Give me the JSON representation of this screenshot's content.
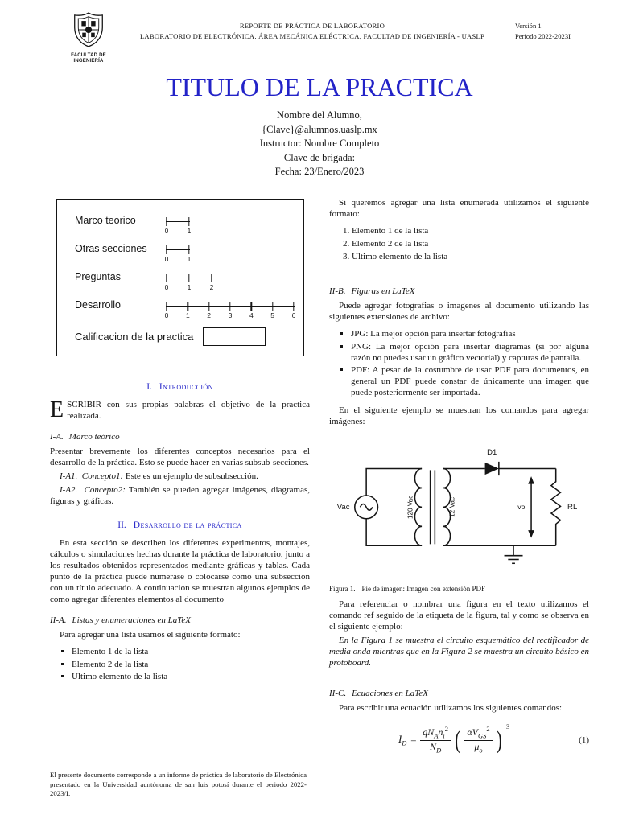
{
  "header": {
    "logo_line1": "FACULTAD DE",
    "logo_line2": "INGENIERÍA",
    "center_line1": "REPORTE DE PRÁCTICA DE LABORATORIO",
    "center_line2": "LABORATORIO DE ELECTRÓNICA. ÁREA MECÁNICA ELÉCTRICA, FACULTAD DE INGENIERÍA - UASLP",
    "version": "Versión 1",
    "period": "Periodo 2022-2023I"
  },
  "title": "TITULO DE LA PRACTICA",
  "authors": {
    "name": "Nombre del Alumno,",
    "email": "{Clave}@alumnos.uaslp.mx",
    "instructor": "Instructor: Nombre Completo",
    "brigade": "Clave de brigada:",
    "date": "Fecha: 23/Enero/2023"
  },
  "rubric": {
    "rows": [
      {
        "label": "Marco teorico",
        "ticks": [
          "0",
          "1"
        ]
      },
      {
        "label": "Otras secciones",
        "ticks": [
          "0",
          "1"
        ]
      },
      {
        "label": "Preguntas",
        "ticks": [
          "0",
          "1",
          "2"
        ]
      },
      {
        "label": "Desarrollo",
        "ticks": [
          "0",
          "1",
          "2",
          "3",
          "4",
          "5",
          "6"
        ]
      }
    ],
    "score_label": "Calificacion de la practica"
  },
  "sections": {
    "intro": {
      "num": "I.",
      "title": "Introducción",
      "dropcap": "E",
      "lead_caps": "SCRIBIR",
      "lead_rest": " con sus propias palabras el objetivo de la practica realizada."
    },
    "marco": {
      "num": "I-A.",
      "title": "Marco teórico",
      "body": "Presentar brevemente los diferentes conceptos necesarios para el desarrollo de la práctica. Esto se puede hacer en varias subsub-secciones.",
      "sub1_num": "I-A1.",
      "sub1_title": "Concepto1:",
      "sub1_text": " Este es un ejemplo de subsubsección.",
      "sub2_num": "I-A2.",
      "sub2_title": "Concepto2:",
      "sub2_text": " También se pueden agregar imágenes, diagramas, figuras y gráficas."
    },
    "desarrollo": {
      "num": "II.",
      "title": "Desarrollo de la práctica",
      "body": "En esta sección se describen los diferentes experimentos, montajes, cálculos o simulaciones hechas durante la práctica de laboratorio, junto a los resultados obtenidos representados mediante gráficas y tablas. Cada punto de la práctica puede numerase o colocarse como una subsección con un título adecuado. A continuacion se muestran algunos ejemplos de como agregar diferentes elementos al documento"
    },
    "listas": {
      "num": "II-A.",
      "title": "Listas y enumeraciones en LaTeX",
      "intro": "Para agregar una lista usamos el siguiente formato:",
      "items": [
        "Elemento 1 de la lista",
        "Elemento 2 de la lista",
        "Ultimo elemento de la lista"
      ],
      "enum_intro": "Si queremos agregar una lista enumerada utilizamos el siguiente formato:",
      "enum_items": [
        "Elemento 1 de la lista",
        "Elemento 2 de la lista",
        "Ultimo elemento de la lista"
      ]
    },
    "figuras": {
      "num": "II-B.",
      "title": "Figuras en LaTeX",
      "intro": "Puede agregar fotografias o imagenes al documento utilizando las siguientes extensiones de archivo:",
      "formats": [
        "JPG: La mejor opción para insertar fotografías",
        "PNG: La mejor opción para insertar diagramas (si por alguna razón no puedes usar un gráfico vectorial) y capturas de pantalla.",
        "PDF: A pesar de la costumbre de usar PDF para documentos, en general un PDF puede constar de únicamente una imagen que puede posteriormente ser importada."
      ],
      "example_intro": "En el siguiente ejemplo se muestran los comandos para agregar imágenes:",
      "caption_label": "Figura 1.",
      "caption_text": "Pie de imagen: Imagen con extensión PDF",
      "ref_text": "Para referenciar o nombrar una figura en el texto utilizamos el comando ref seguido de la etiqueta de la figura, tal y como se observa en el siguiente ejemplo:",
      "ref_example": "En la Figura 1 se muestra el circuito esquemático del rectificador de media onda mientras que en la Figura 2 se muestra un circuito básico en protoboard."
    },
    "ecuaciones": {
      "num": "II-C.",
      "title": "Ecuaciones en LaTeX",
      "intro": "Para escribir una ecuación utilizamos los siguientes comandos:"
    }
  },
  "circuit": {
    "source_label": "Vac",
    "primary_label": "120 Vac",
    "secondary_label": "12 Vac",
    "diode_label": "D1",
    "vout_label": "vo",
    "load_label": "RL"
  },
  "equation": {
    "lhs": "I",
    "lhs_sub": "D",
    "equals": "=",
    "num1_a": "qN",
    "num1_a_sub": "A",
    "num1_b": "n",
    "num1_b_sub": "i",
    "num1_b_sup": "2",
    "den1": "N",
    "den1_sub": "D",
    "num2": "αV",
    "num2_sub": "GS",
    "num2_sup": "2",
    "den2": "μ",
    "den2_sub": "o",
    "power": "3",
    "tag": "(1)"
  },
  "footnote": "El presente documento corresponde a un informe de práctica de laboratorio de Electrónica presentado en la Universidad auntónoma de san luis potosí durante el periodo 2022-2023/I.",
  "colors": {
    "accent_blue": "#2323c8",
    "ink": "#151515"
  }
}
